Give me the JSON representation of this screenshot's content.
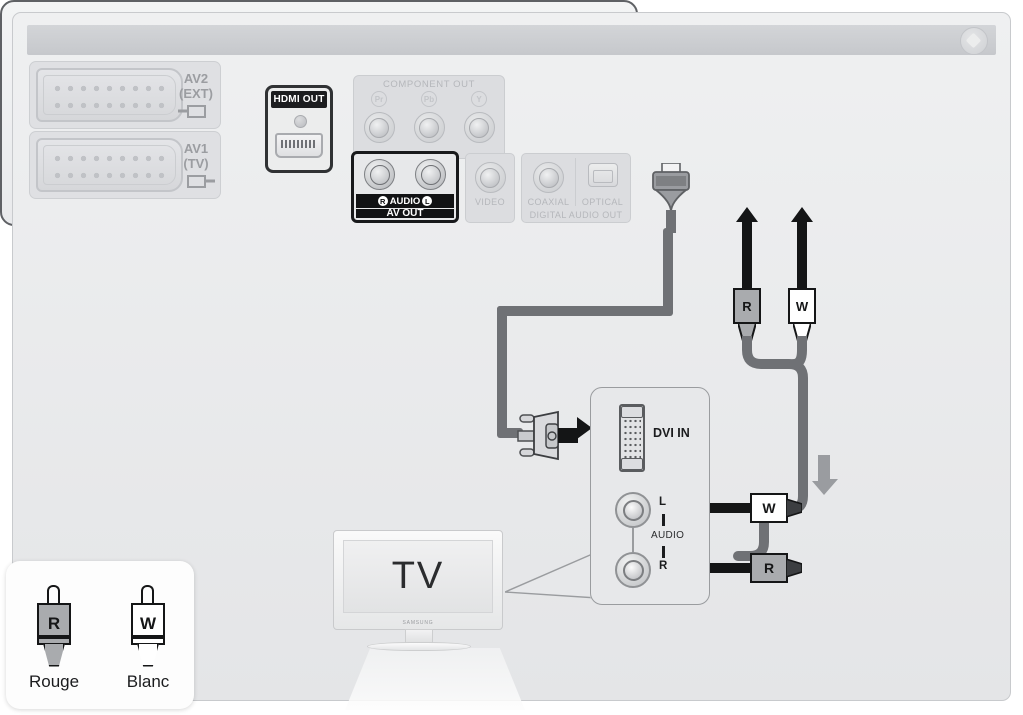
{
  "document": {
    "type": "connection-diagram",
    "description": "Rear panel A/V connection diagram: HDMI-to-DVI video plus analog stereo audio to TV",
    "language": "fr"
  },
  "rear_panel": {
    "scart": [
      {
        "name": "AV2",
        "sub": "(EXT)",
        "direction": "in"
      },
      {
        "name": "AV1",
        "sub": "(TV)",
        "direction": "out"
      }
    ],
    "hdmi": {
      "label": "HDMI OUT"
    },
    "component": {
      "title": "COMPONENT OUT",
      "badges": [
        "Pr",
        "Pb",
        "Y"
      ]
    },
    "av_out": {
      "audio_label": "AUDIO",
      "right_mark": "R",
      "left_mark": "L",
      "title": "AV OUT"
    },
    "video": {
      "label": "VIDEO"
    },
    "digital_audio_out": {
      "title": "DIGITAL AUDIO OUT",
      "coaxial": "COAXIAL",
      "optical": "OPTICAL"
    }
  },
  "cables": {
    "player_audio_plugs": [
      {
        "code": "R",
        "color": "#a9abae"
      },
      {
        "code": "W",
        "color": "#ffffff"
      }
    ],
    "tv_audio_plugs": [
      {
        "code": "W",
        "color": "#ffffff"
      },
      {
        "code": "R",
        "color": "#a9abae"
      }
    ]
  },
  "tv_panel": {
    "dvi_label": "DVI IN",
    "audio_label": "AUDIO",
    "channel_left": "L",
    "channel_right": "R"
  },
  "tv": {
    "screen_text": "TV",
    "brand": "SAMSUNG"
  },
  "legend": {
    "items": [
      {
        "code": "R",
        "caption": "Rouge",
        "color": "#a9abae"
      },
      {
        "code": "W",
        "caption": "Blanc",
        "color": "#ffffff"
      }
    ]
  }
}
